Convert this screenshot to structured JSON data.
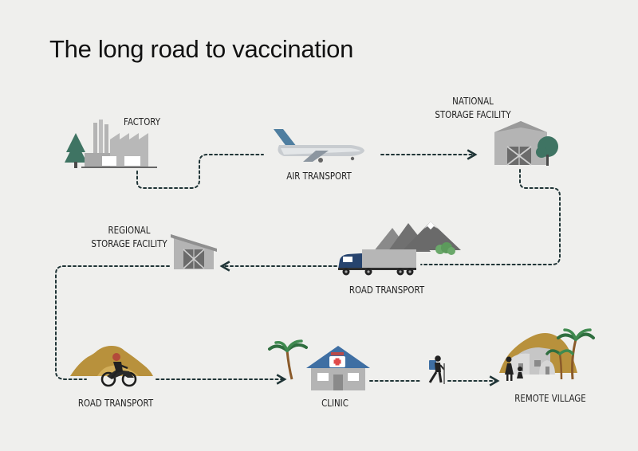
{
  "title": "The long road to vaccination",
  "stages": {
    "factory": "FACTORY",
    "air_transport": "AIR TRANSPORT",
    "national_storage_line1": "NATIONAL",
    "national_storage_line2": "STORAGE FACILITY",
    "road_transport_truck": "ROAD TRANSPORT",
    "regional_storage_line1": "REGIONAL",
    "regional_storage_line2": "STORAGE FACILITY",
    "road_transport_moto": "ROAD TRANSPORT",
    "clinic": "CLINIC",
    "remote_village": "REMOTE VILLAGE"
  },
  "colors": {
    "background": "#efefed",
    "path": "#1f3436",
    "building_gray": "#b4b4b4",
    "tree_green": "#3f7463",
    "clinic_roof": "#3f6fa3",
    "hill_gold": "#b8913c",
    "mountain_gray": "#7a7a7a"
  },
  "icons": [
    "factory-icon",
    "airplane-icon",
    "warehouse-icon",
    "truck-icon",
    "mountains-icon",
    "shed-icon",
    "motorcycle-icon",
    "clinic-icon",
    "hiker-icon",
    "village-icon",
    "palm-tree-icon"
  ]
}
